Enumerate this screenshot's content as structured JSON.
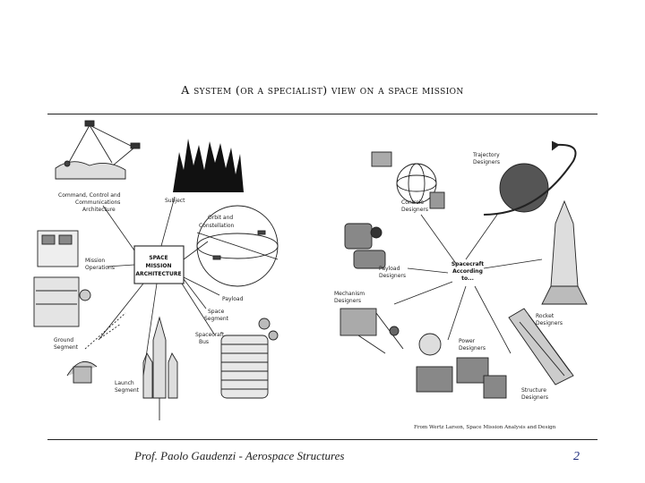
{
  "title": "A system (or a specialist) view on a space mission",
  "left_diagram": {
    "center": [
      "SPACE",
      "MISSION",
      "ARCHITECTURE"
    ],
    "labels": {
      "c3": [
        "Command, Control and",
        "Communications",
        "Architecture"
      ],
      "subject": [
        "Subject"
      ],
      "orbit": [
        "Orbit and",
        "Constellation"
      ],
      "mission_ops": [
        "Mission",
        "Operations"
      ],
      "payload": [
        "Payload"
      ],
      "space_segment": [
        "Space",
        "Segment"
      ],
      "spacecraft_bus": [
        "Spacecraft",
        "Bus"
      ],
      "ground_segment": [
        "Ground",
        "Segment"
      ],
      "launch_segment": [
        "Launch",
        "Segment"
      ]
    }
  },
  "right_diagram": {
    "center": [
      "Spacecraft",
      "According",
      "to..."
    ],
    "labels": {
      "trajectory": [
        "Trajectory",
        "Designers"
      ],
      "controls": [
        "Controls",
        "Designers"
      ],
      "payload": [
        "Payload",
        "Designers"
      ],
      "rocket": [
        "Rocket",
        "Designers"
      ],
      "mechanism": [
        "Mechanism",
        "Designers"
      ],
      "power": [
        "Power",
        "Designers"
      ],
      "structure": [
        "Structure",
        "Designers"
      ]
    }
  },
  "credit": "From Wertz Larson, Space Mission Analysis and Design",
  "footer": {
    "author": "Prof. Paolo Gaudenzi  -  Aerospace Structures",
    "page": "2"
  }
}
